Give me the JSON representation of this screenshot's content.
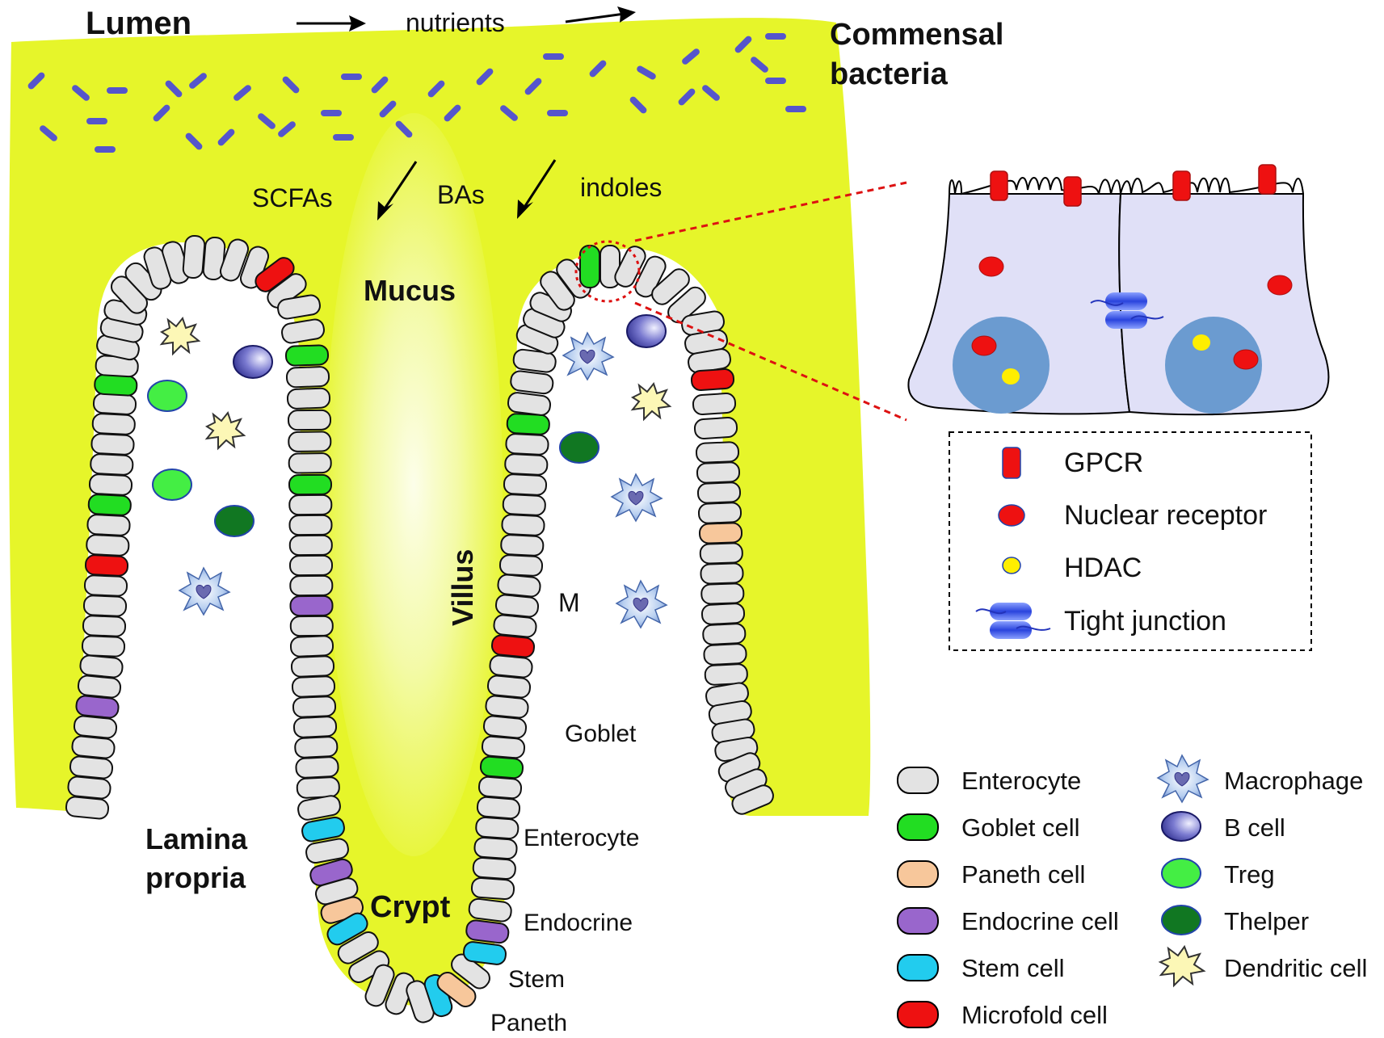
{
  "labels": {
    "lumen": "Lumen",
    "nutrients": "nutrients",
    "commensal_line1": "Commensal",
    "commensal_line2": "bacteria",
    "scfas": "SCFAs",
    "bas": "BAs",
    "indoles": "indoles",
    "mucus": "Mucus",
    "villus": "Villus",
    "crypt": "Crypt",
    "lamina_line1": "Lamina",
    "lamina_line2": "propria",
    "m": "M",
    "goblet": "Goblet",
    "enterocyte": "Enterocyte",
    "endocrine": "Endocrine",
    "stem": "Stem",
    "paneth": "Paneth"
  },
  "inset_legend": [
    {
      "label": "GPCR",
      "icon": "gpcr-icon"
    },
    {
      "label": "Nuclear receptor",
      "icon": "nuclear-receptor-icon"
    },
    {
      "label": "HDAC",
      "icon": "hdac-icon"
    },
    {
      "label": "Tight junction",
      "icon": "tight-junction-icon"
    }
  ],
  "cell_legend_left": [
    {
      "label": "Enterocyte",
      "color": "#e3e3e3"
    },
    {
      "label": "Goblet cell",
      "color": "#22dd22"
    },
    {
      "label": "Paneth cell",
      "color": "#f7c79b"
    },
    {
      "label": "Endocrine cell",
      "color": "#9966cc"
    },
    {
      "label": "Stem cell",
      "color": "#22ccee"
    },
    {
      "label": "Microfold cell",
      "color": "#ee1111"
    }
  ],
  "cell_legend_right": [
    {
      "label": "Macrophage",
      "icon": "macrophage-icon"
    },
    {
      "label": "B cell",
      "icon": "b-cell-icon"
    },
    {
      "label": "Treg",
      "icon": "treg-icon"
    },
    {
      "label": "Thelper",
      "icon": "thelper-icon"
    },
    {
      "label": "Dendritic cell",
      "icon": "dendritic-cell-icon"
    }
  ],
  "colors": {
    "mucus": "#e6f52a",
    "enterocyte": "#e3e3e3",
    "goblet": "#22dd22",
    "paneth": "#f7c79b",
    "endocrine": "#9966cc",
    "stem": "#22ccee",
    "microfold": "#ee1111",
    "cell_body": "#e0e0f7",
    "nucleus": "#6b9bd0",
    "gpcr": "#ee1111",
    "hdac": "#ffee00",
    "treg": "#44ee44",
    "thelper": "#117722",
    "bacteria": "#5555cc"
  }
}
